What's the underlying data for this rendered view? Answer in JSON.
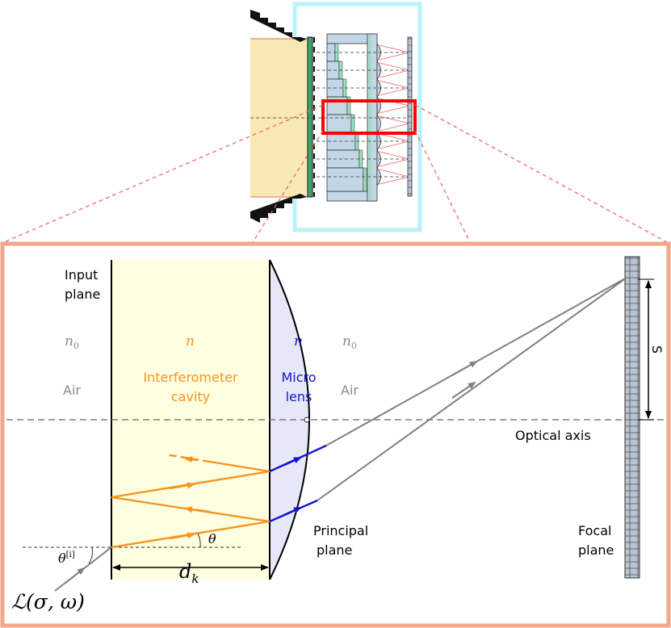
{
  "labels": {
    "input_plane_1": "Input",
    "input_plane_2": "plane",
    "n0_left": "n",
    "n0_left_sub": "0",
    "n_cavity": "n",
    "n_lens": "n",
    "n0_right": "n",
    "n0_right_sub": "0",
    "air_left": "Air",
    "air_right": "Air",
    "cavity_1": "Interferometer",
    "cavity_2": "cavity",
    "micro_1": "Micro",
    "micro_2": "lens",
    "optical_axis": "Optical axis",
    "principal_1": "Principal",
    "principal_2": "plane",
    "focal_1": "Focal",
    "focal_2": "plane",
    "theta": "θ",
    "theta_i": "θ",
    "theta_i_sup": "[i]",
    "dk": "d",
    "dk_sub": "k",
    "S": "S",
    "L_func": "ℒ(σ, ω)"
  },
  "colors": {
    "cavity_fill": "#fefee0",
    "lens_fill": "#e6e8fa",
    "orange_ray": "#f7941d",
    "blue_ray": "#1414cc",
    "gray_ray": "#808080",
    "frame": "#f4a58a",
    "overview_frame": "#b8f2fa",
    "highlight": "#ff0000",
    "detector": "#b8c4d2"
  }
}
